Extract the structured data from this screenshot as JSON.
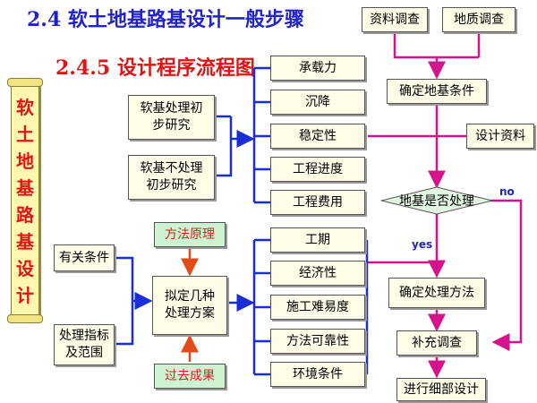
{
  "header": {
    "title": "2.4  软土地基路基设计一般步骤",
    "subtitle": "2.4.5  设计程序流程图"
  },
  "scroll_label": "软土地基路基设计",
  "boxes": {
    "data_survey": "资料调查",
    "geo_survey": "地质调查",
    "determine_conditions": "确定地基条件",
    "design_data": "设计资料",
    "decision": "地基是否处理",
    "decide_method": "确定处理方法",
    "supplement_survey": "补充调查",
    "detailed_design": "进行细部设计",
    "treat_prelim": "软基处理初\n步研究",
    "notreat_prelim": "软基不处理\n初步研究",
    "bearing": "承载力",
    "settlement": "沉降",
    "stability": "稳定性",
    "progress": "工程进度",
    "cost": "工程费用",
    "conditions": "有关条件",
    "indicators": "处理指标\n及范围",
    "principle": "方法原理",
    "past_results": "过去成果",
    "draft_plans": "拟定几种\n处理方案",
    "duration": "工期",
    "economy": "经济性",
    "difficulty": "施工难易度",
    "reliability": "方法可靠性",
    "environment": "环境条件"
  },
  "labels": {
    "yes": "yes",
    "no": "no"
  },
  "colors": {
    "blue_line": "#1a2ed8",
    "magenta_line": "#d4148c",
    "red_arrow": "#e24a1a",
    "box_fill": "#fffde7",
    "green_fill": "#cdf3d3"
  }
}
